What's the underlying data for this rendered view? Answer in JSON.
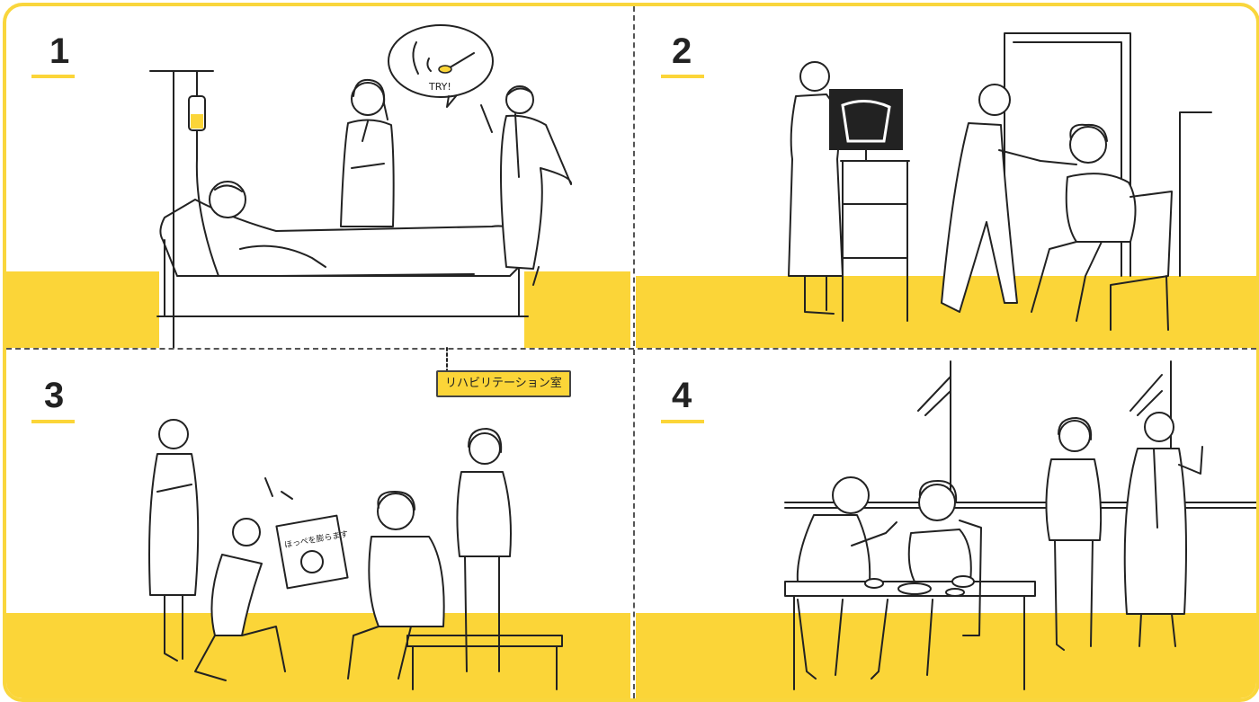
{
  "panels": [
    {
      "number": "1",
      "bubble_text": "TRY!"
    },
    {
      "number": "2"
    },
    {
      "number": "3",
      "sign_text": "ほっぺを膨らます"
    },
    {
      "number": "4"
    }
  ],
  "room_label": "リハビリテーション室",
  "colors": {
    "accent_yellow": "#fbd538",
    "ink": "#222222",
    "background": "#ffffff"
  }
}
